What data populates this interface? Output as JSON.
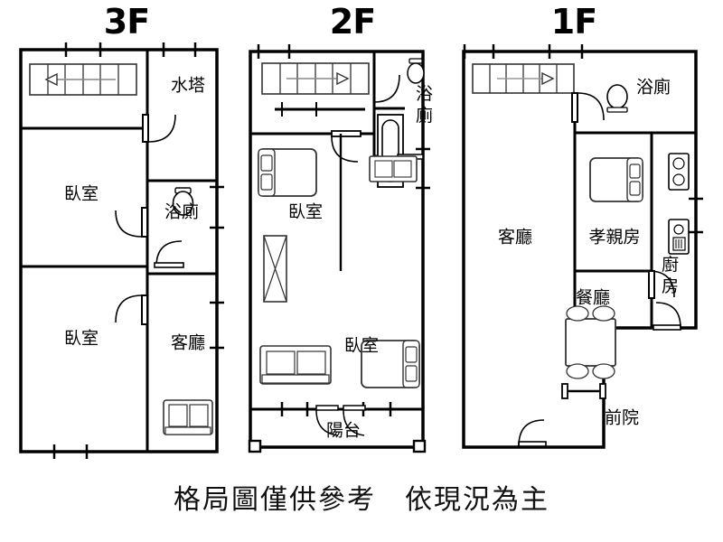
{
  "caption": "格局圖僅供參考　依現況為主",
  "floors": [
    {
      "id": "3F",
      "title": "3F",
      "rooms": [
        {
          "key": "bedroom_top",
          "label": "臥室",
          "name": "room-label-bedroom-upper"
        },
        {
          "key": "water_tower",
          "label": "水塔",
          "name": "room-label-water-tower"
        },
        {
          "key": "bathroom",
          "label": "浴廁",
          "name": "room-label-bathroom"
        },
        {
          "key": "bedroom_bottom",
          "label": "臥室",
          "name": "room-label-bedroom-lower"
        },
        {
          "key": "living",
          "label": "客廳",
          "name": "room-label-living-room"
        }
      ],
      "furniture": [
        "stairs",
        "sofa",
        "toilet",
        "door-swing"
      ]
    },
    {
      "id": "2F",
      "title": "2F",
      "rooms": [
        {
          "key": "bedroom_top",
          "label": "臥室",
          "name": "room-label-bedroom-upper"
        },
        {
          "key": "bathroom",
          "label": "浴廁",
          "name": "room-label-bathroom"
        },
        {
          "key": "bedroom_bottom",
          "label": "臥室",
          "name": "room-label-bedroom-lower"
        },
        {
          "key": "balcony",
          "label": "陽台",
          "name": "room-label-balcony"
        }
      ],
      "furniture": [
        "stairs",
        "bed",
        "bed",
        "sofa",
        "sofa",
        "bathtub",
        "toilet",
        "wardrobe"
      ]
    },
    {
      "id": "1F",
      "title": "1F",
      "rooms": [
        {
          "key": "bathroom",
          "label": "浴廁",
          "name": "room-label-bathroom"
        },
        {
          "key": "parents_room",
          "label": "孝親房",
          "name": "room-label-parents-room"
        },
        {
          "key": "living",
          "label": "客廳",
          "name": "room-label-living-room"
        },
        {
          "key": "kitchen",
          "label": "廚房",
          "name": "room-label-kitchen"
        },
        {
          "key": "dining",
          "label": "餐廳",
          "name": "room-label-dining-room"
        },
        {
          "key": "front_yard",
          "label": "前院",
          "name": "room-label-front-yard"
        }
      ],
      "furniture": [
        "stairs",
        "bed",
        "toilet",
        "stove",
        "sink",
        "dining-table"
      ]
    }
  ],
  "colors": {
    "wall": "#000000",
    "thin": "#1a1a1a",
    "furniture_stroke": "#333333",
    "background": "#ffffff",
    "stair_gray": "#888888"
  }
}
